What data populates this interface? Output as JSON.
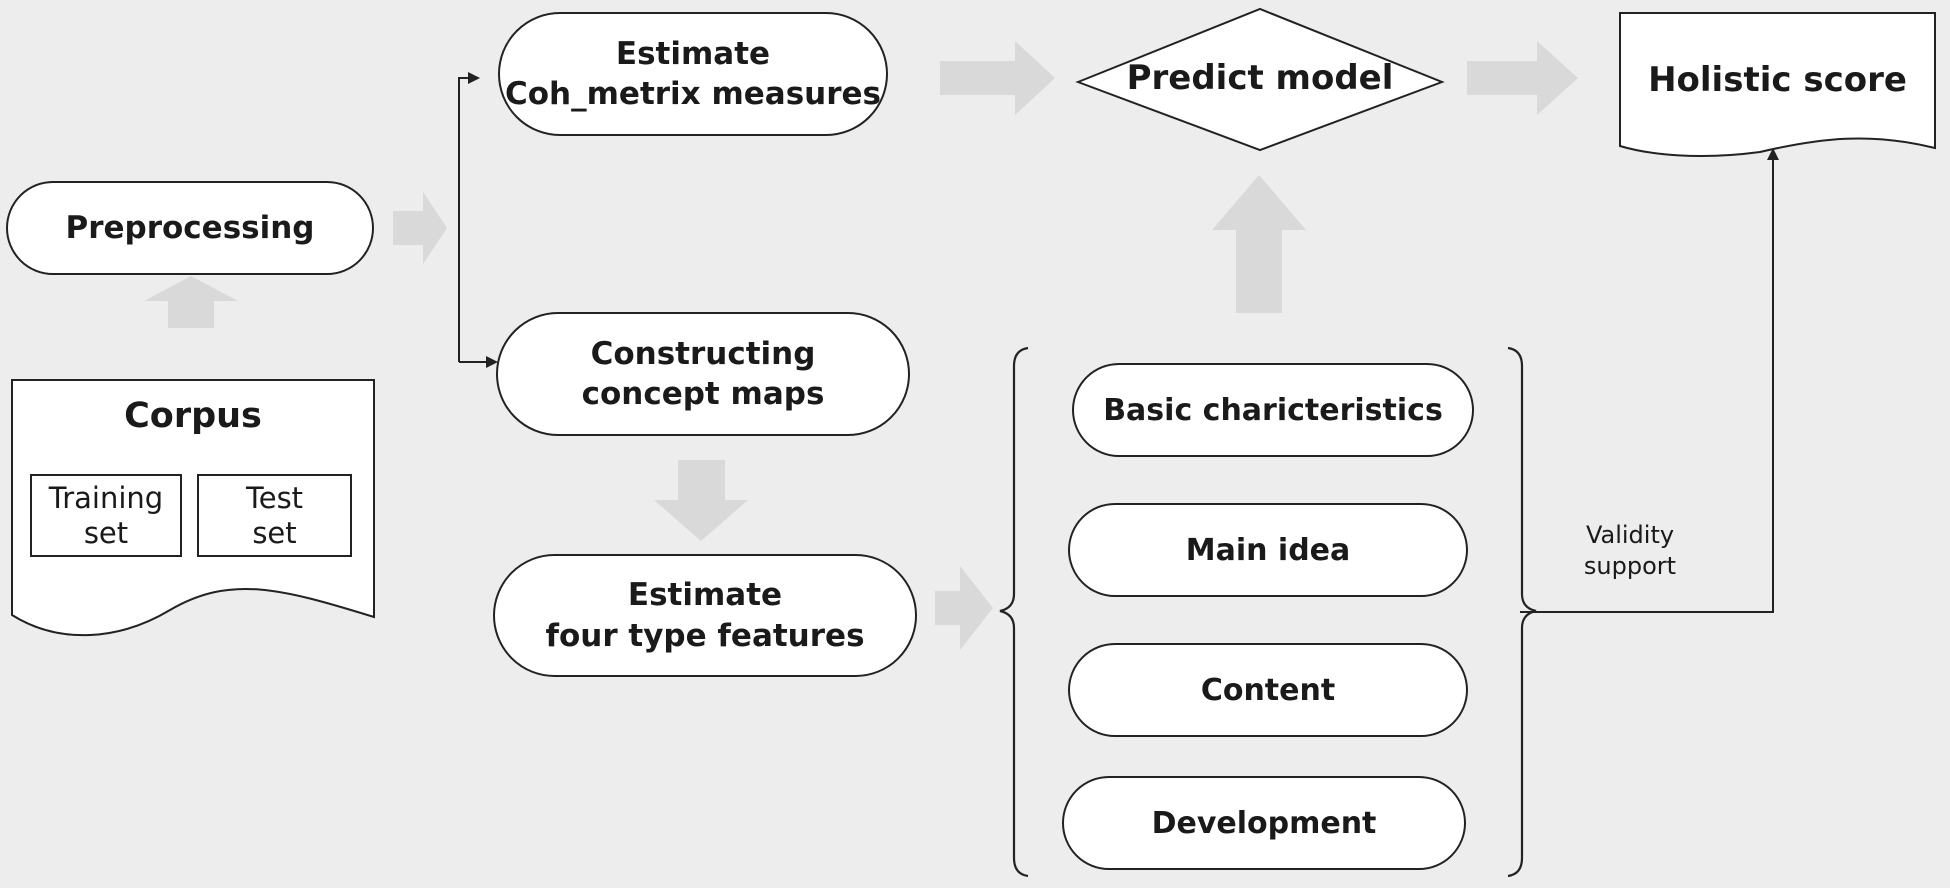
{
  "nodes": {
    "preprocessing": "Preprocessing",
    "corpus_title": "Corpus",
    "training_set": "Training\nset",
    "test_set": "Test\nset",
    "estimate_coh": "Estimate\nCoh_metrix measures",
    "constructing": "Constructing\nconcept maps",
    "estimate_four": "Estimate\nfour type features",
    "predict_model": "Predict model",
    "holistic_score": "Holistic score",
    "basic": "Basic charicteristics",
    "main_idea": "Main idea",
    "content": "Content",
    "development": "Development"
  },
  "annotations": {
    "validity": "Validity\nsupport"
  },
  "colors": {
    "background": "#ededed",
    "box_fill": "#ffffff",
    "outline": "#222222",
    "block_arrow": "#d9d9d9"
  }
}
